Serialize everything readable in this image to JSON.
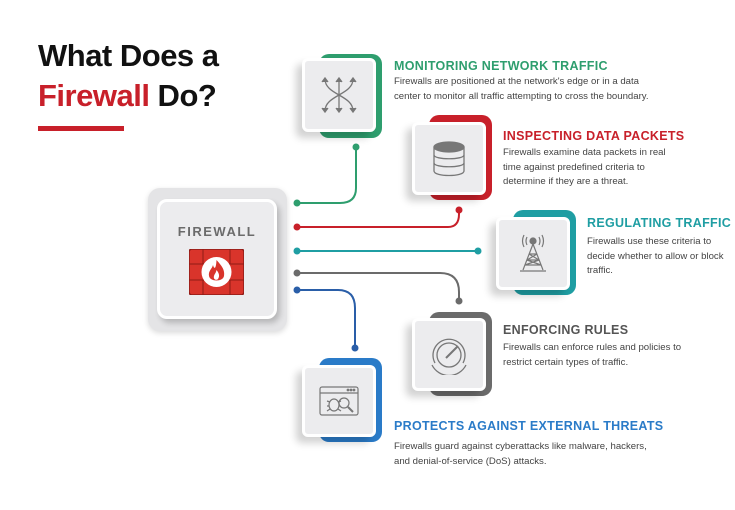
{
  "title": {
    "line1": "What Does a",
    "highlight": "Firewall",
    "line2_rest": " Do?"
  },
  "center": {
    "label": "FIREWALL",
    "icon": "firewall-flame-icon"
  },
  "colors": {
    "red": "#c8202a",
    "green": "#2e9e6e",
    "teal": "#1f9ea3",
    "gray": "#6b6b6b",
    "blue": "#2a7bc8"
  },
  "items": [
    {
      "title": "MONITORING NETWORK TRAFFIC",
      "desc": [
        "Firewalls are positioned at the network's edge or in a data",
        "center to monitor all traffic attempting to cross the boundary."
      ],
      "icon": "traffic-arrows-icon"
    },
    {
      "title": "INSPECTING DATA PACKETS",
      "desc": [
        "Firewalls examine data packets in real",
        "time against predefined criteria to",
        "determine if they are a threat."
      ],
      "icon": "database-icon"
    },
    {
      "title": "REGULATING TRAFFIC",
      "desc": [
        "Firewalls use these criteria to",
        "decide whether to allow or block",
        "traffic."
      ],
      "icon": "antenna-tower-icon"
    },
    {
      "title": "ENFORCING RULES",
      "desc": [
        "Firewalls can enforce rules and policies to",
        "restrict certain types of traffic."
      ],
      "icon": "gauge-icon"
    },
    {
      "title": "PROTECTS AGAINST EXTERNAL THREATS",
      "desc": [
        "Firewalls guard against cyberattacks like malware, hackers,",
        "and denial-of-service (DoS) attacks."
      ],
      "icon": "bug-search-icon"
    }
  ]
}
